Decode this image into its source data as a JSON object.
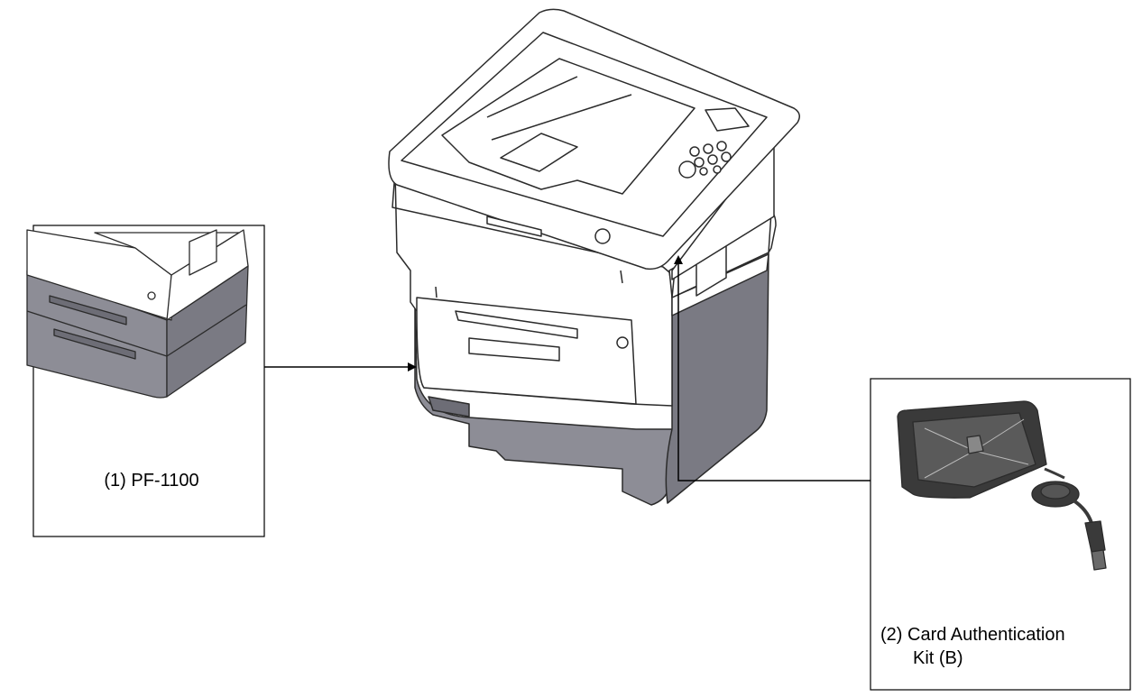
{
  "options": [
    {
      "label": "(1) PF-1100"
    },
    {
      "label_line1": "(2) Card Authentication",
      "label_line2": "Kit (B)"
    }
  ],
  "colors": {
    "feeder": "#8d8d96",
    "feeder_dark": "#7a7a83",
    "outline": "#2b2b2b",
    "printer_body": "#ffffff",
    "reader": "#3a3a3a"
  }
}
